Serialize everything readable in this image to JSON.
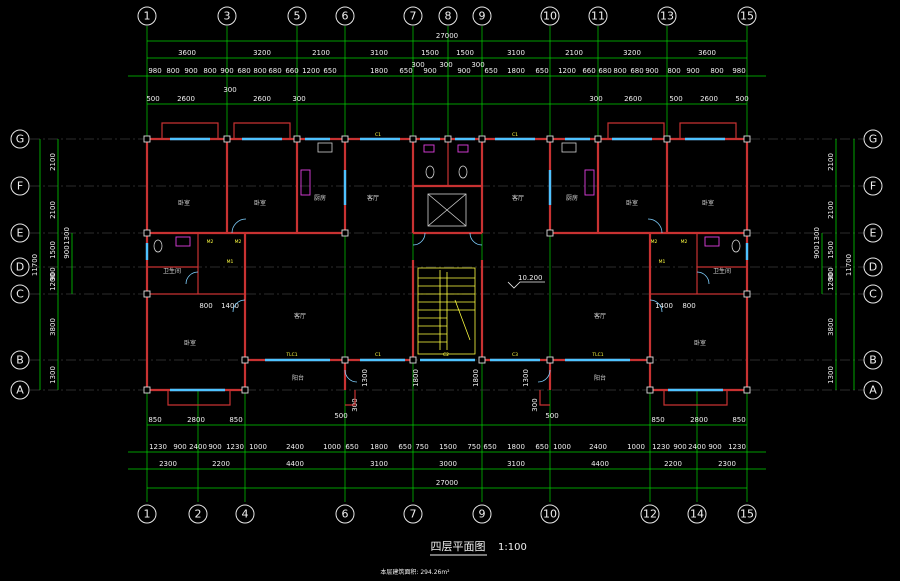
{
  "drawing": {
    "title": "四层平面图",
    "scale": "1:100",
    "area_note": "本层建筑面积: 294.26m²",
    "level_mark": "10.200"
  },
  "axes_top": [
    "1",
    "3",
    "5",
    "6",
    "7",
    "8",
    "9",
    "10",
    "11",
    "13",
    "15"
  ],
  "axes_bottom": [
    "1",
    "2",
    "4",
    "6",
    "7",
    "9",
    "10",
    "12",
    "14",
    "15"
  ],
  "axes_left": [
    "G",
    "F",
    "E",
    "D",
    "C",
    "B",
    "A"
  ],
  "axes_right": [
    "G",
    "F",
    "E",
    "D",
    "C",
    "B",
    "A"
  ],
  "dims": {
    "top_total": "27000",
    "top_row1": [
      "3600",
      "3200",
      "2100",
      "3100",
      "1500",
      "1500",
      "3100",
      "2100",
      "3200",
      "3600"
    ],
    "top_row2": [
      "980",
      "800",
      "900",
      "800",
      "900",
      "680",
      "800",
      "680",
      "660",
      "1200",
      "650",
      "1800",
      "650",
      "300",
      "900",
      "300",
      "900",
      "300",
      "650",
      "1800",
      "650",
      "1200",
      "660",
      "680",
      "800",
      "680",
      "900",
      "800",
      "900",
      "800",
      "980"
    ],
    "top_row3": [
      "500",
      "2600",
      "300",
      "2600",
      "300",
      "300",
      "2600",
      "500",
      "2600",
      "500"
    ],
    "bottom_row1": [
      "1230",
      "900",
      "2400",
      "900",
      "1230",
      "1000",
      "2400",
      "1000",
      "650",
      "1800",
      "650",
      "750",
      "1500",
      "750",
      "650",
      "1800",
      "650",
      "1000",
      "2400",
      "1000",
      "1230",
      "900",
      "2400",
      "900",
      "1230"
    ],
    "bottom_row2": [
      "2300",
      "2200",
      "4400",
      "3100",
      "3000",
      "3100",
      "4400",
      "2200",
      "2300"
    ],
    "bottom_total": "27000",
    "balcony_row": [
      "850",
      "2800",
      "850",
      "850",
      "2800",
      "850"
    ],
    "left_row1": [
      "2100",
      "2100",
      "1500",
      "900",
      "1200",
      "3800",
      "1300"
    ],
    "left_total": "11700",
    "left_sub": [
      "900",
      "1300"
    ],
    "right_row1": [
      "2100",
      "2100",
      "1500",
      "900",
      "1200",
      "3800",
      "1300"
    ],
    "right_total": "11700",
    "right_sub": [
      "900",
      "1300"
    ],
    "mid_marks": [
      "800",
      "1400",
      "1400",
      "800",
      "500",
      "500",
      "1300",
      "1800",
      "1800",
      "1300",
      "300",
      "300"
    ]
  },
  "rooms": {
    "bedroom": "卧室",
    "living": "客厅",
    "kitchen": "厨房",
    "bath": "卫生间",
    "balcony": "阳台"
  },
  "tags": {
    "door1": "M2",
    "door2": "M1",
    "window1": "C1",
    "window2": "C2",
    "window3": "C3",
    "window4": "TLC1"
  }
}
